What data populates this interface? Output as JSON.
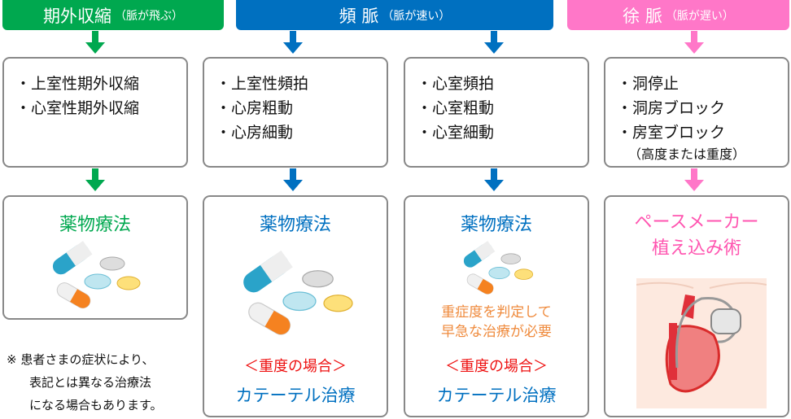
{
  "colors": {
    "green": "#00a84f",
    "blue": "#0070c0",
    "pink": "#ff77c8",
    "orange": "#ef8a3c",
    "red": "#ee1111"
  },
  "headers": [
    {
      "title": "期外収縮",
      "sub": "（脈が飛ぶ）"
    },
    {
      "title": "頻 脈",
      "sub": "（脈が速い）"
    },
    {
      "title": "徐 脈",
      "sub": "（脈が遅い）"
    }
  ],
  "conditions": [
    {
      "items": [
        "・上室性期外収縮",
        "・心室性期外収縮"
      ]
    },
    {
      "items": [
        "・上室性頻拍",
        "・心房粗動",
        "・心房細動"
      ]
    },
    {
      "items": [
        "・心室頻拍",
        "・心室粗動",
        "・心室細動"
      ]
    },
    {
      "items": [
        "・洞停止",
        "・洞房ブロック",
        "・房室ブロック"
      ],
      "note": "（高度または重度）"
    }
  ],
  "treatments": [
    {
      "title": "薬物療法"
    },
    {
      "title": "薬物療法",
      "severe": "＜重度の場合＞",
      "alt": "カテーテル治療"
    },
    {
      "title": "薬物療法",
      "warning_1": "重症度を判定して",
      "warning_2": "早急な治療が必要",
      "severe": "＜重度の場合＞",
      "alt": "カテーテル治療"
    },
    {
      "title_1": "ペースメーカー",
      "title_2": "植え込み術"
    }
  ],
  "footnote": [
    "※ 患者さまの症状により、",
    "表記とは異なる治療法",
    "になる場合もあります。"
  ]
}
